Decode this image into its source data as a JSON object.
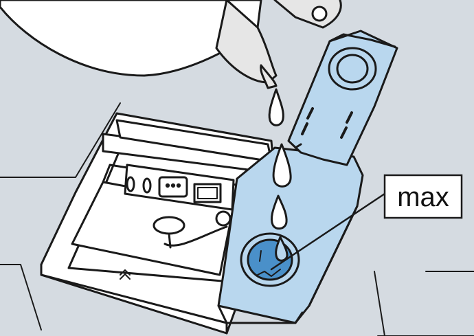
{
  "callout": {
    "label": "max"
  },
  "colors": {
    "background": "#d5dbe1",
    "outline": "#1a1a1a",
    "dispenser_body": "#ffffff",
    "rinse_aid_compartment": "#b9d7ee",
    "rinse_aid_reservoir": "#4a90c9",
    "bottle": "#ffffff",
    "bottle_cap": "#e6e6e6",
    "liquid_drop": "#ffffff"
  },
  "icons": [
    "bottle",
    "liquid-drop",
    "dispenser-lid",
    "rinse-aid-reservoir",
    "arrow-up-marking"
  ]
}
